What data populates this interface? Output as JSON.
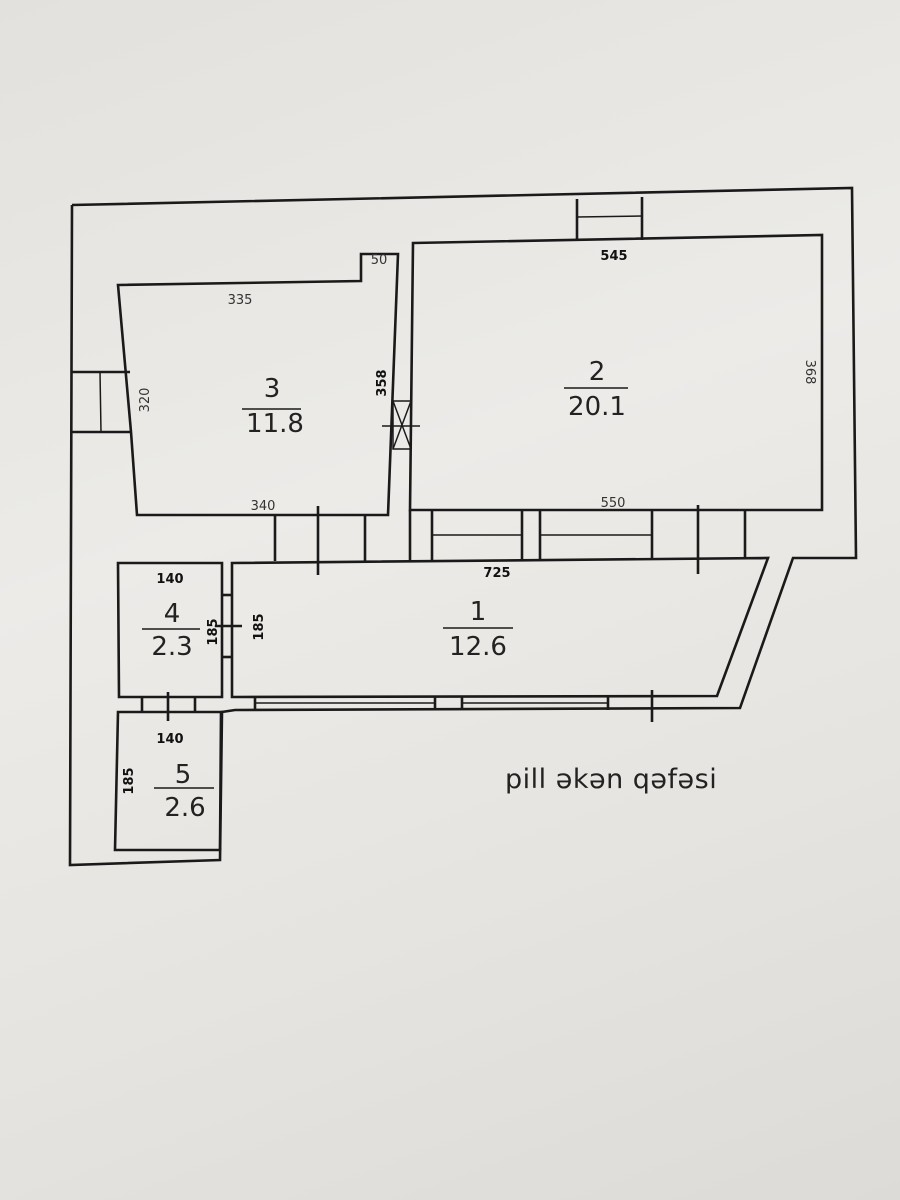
{
  "rooms": [
    {
      "number": "1",
      "area": "12.6"
    },
    {
      "number": "2",
      "area": "20.1"
    },
    {
      "number": "3",
      "area": "11.8"
    },
    {
      "number": "4",
      "area": "2.3"
    },
    {
      "number": "5",
      "area": "2.6"
    }
  ],
  "dimensions": {
    "room1_top": "725",
    "room1_left": "185",
    "room2_top": "545",
    "room2_right": "368",
    "room2_bottom": "550",
    "room3_top": "335",
    "room3_left": "320",
    "room3_right": "358",
    "room3_bottom": "340",
    "room3_niche": "50",
    "room4_top": "140",
    "room4_right": "185",
    "room5_top": "140",
    "room5_left": "185"
  },
  "label": "pill əkən qəfəsi"
}
